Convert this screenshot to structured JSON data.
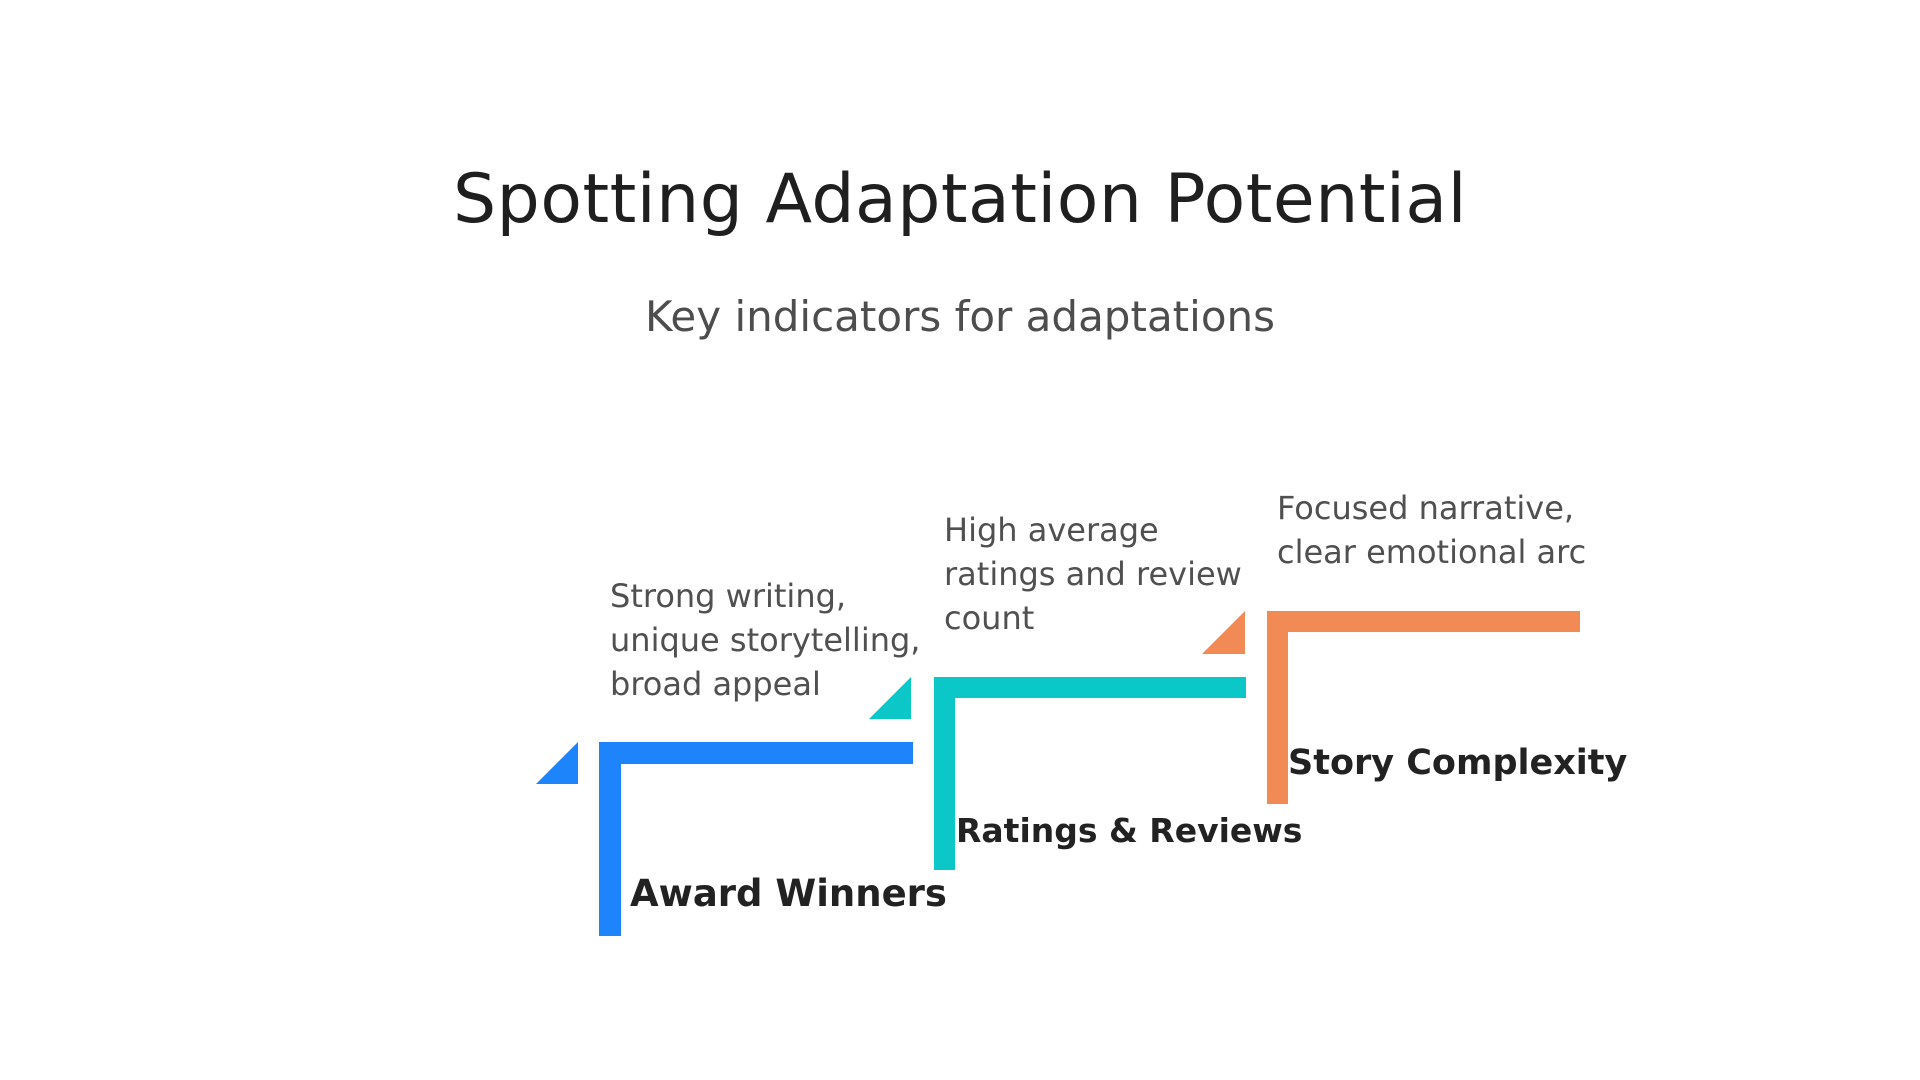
{
  "title": "Spotting Adaptation Potential",
  "subtitle": "Key indicators for adaptations",
  "steps": [
    {
      "label": "Award Winners",
      "description_lines": [
        "Strong writing,",
        "unique storytelling,",
        "broad appeal"
      ],
      "color": "#1e84fb"
    },
    {
      "label": "Ratings & Reviews",
      "description_lines": [
        "High average",
        "ratings and review",
        "count"
      ],
      "color": "#0bc7c7"
    },
    {
      "label": "Story Complexity",
      "description_lines": [
        "Focused narrative,",
        "clear emotional arc"
      ],
      "color": "#f28a56"
    }
  ]
}
